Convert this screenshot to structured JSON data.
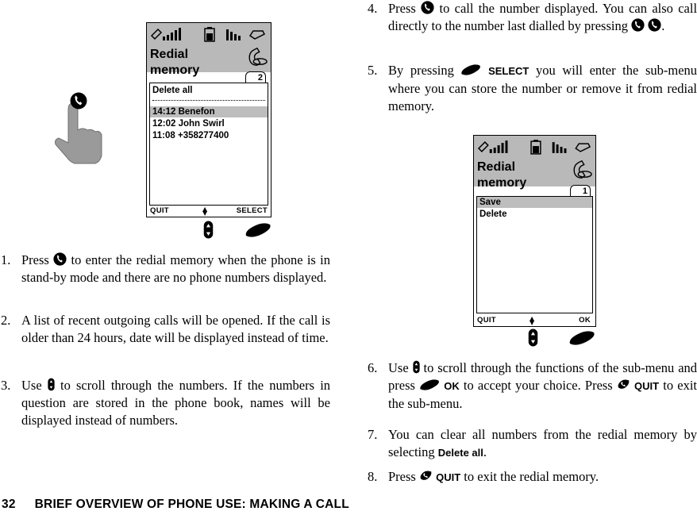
{
  "screen1": {
    "title_line1": "Redial",
    "title_line2": "memory",
    "tab": "2",
    "rows": [
      "Delete all",
      "14:12  Benefon",
      "12:02  John Swirl",
      "11:08  +358277400"
    ],
    "left_soft": "QUIT",
    "right_soft": "SELECT"
  },
  "screen2": {
    "title_line1": "Redial",
    "title_line2": "memory",
    "tab": "1",
    "rows": [
      "Save",
      "Delete"
    ],
    "left_soft": "QUIT",
    "right_soft": "OK"
  },
  "steps": {
    "s1": {
      "num": "1.",
      "a": "Press",
      "b": "to enter the redial memory when the phone is in stand-by mode and there are no phone numbers displayed."
    },
    "s2": {
      "num": "2.",
      "a": "A list of recent outgoing calls will be opened. If the call is older than 24 hours, date will be displayed instead of time."
    },
    "s3": {
      "num": "3.",
      "a": "Use",
      "b": "to scroll through the numbers. If the numbers in question are stored in the phone book, names will be displayed instead of numbers."
    },
    "s4": {
      "num": "4.",
      "a": "Press",
      "b": "to call the number displayed. You can also call directly to the number last dialled by pressing",
      "c": "."
    },
    "s5": {
      "num": "5.",
      "a": "By pressing",
      "kw": "SELECT",
      "b": "you will enter the sub-menu where you can store the number or remove it from redial memory."
    },
    "s6": {
      "num": "6.",
      "a": "Use",
      "b": "to scroll through the functions of the sub-menu and press",
      "kw": "OK",
      "c": "to accept your choice. Press",
      "kw2": "QUIT",
      "d": "to exit the sub-menu."
    },
    "s7": {
      "num": "7.",
      "a": "You can clear all numbers from the redial memory by selecting",
      "kw": "Delete all",
      "b": "."
    },
    "s8": {
      "num": "8.",
      "a": "Press",
      "kw": "QUIT",
      "b": "to exit the redial memory."
    }
  },
  "footer": {
    "page": "32",
    "title": "BRIEF OVERVIEW OF PHONE USE: MAKING A CALL"
  }
}
